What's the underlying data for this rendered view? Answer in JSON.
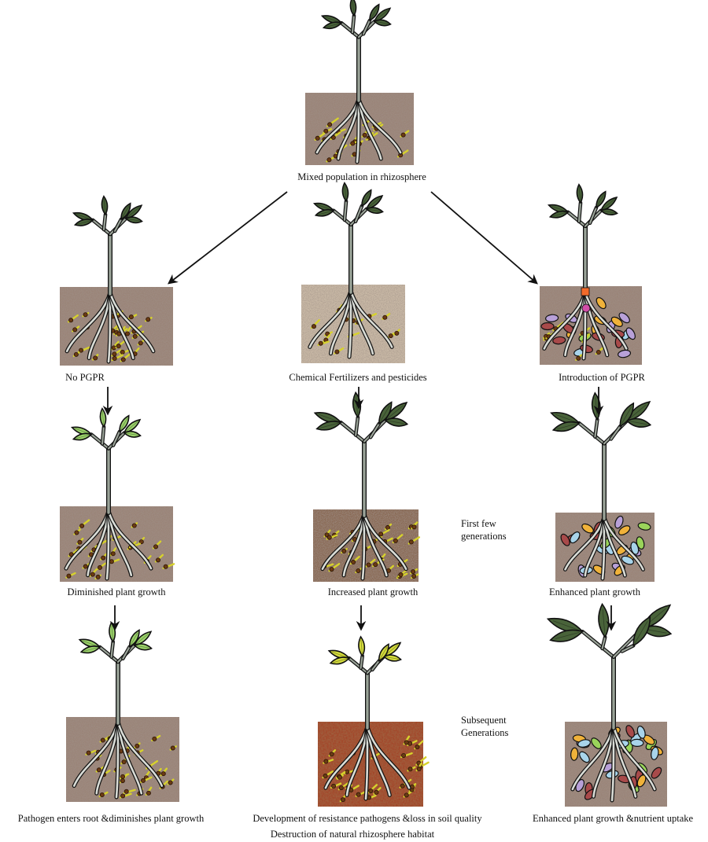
{
  "diagram": {
    "top": {
      "label": "Mixed population in rhizosphere"
    },
    "columns": [
      {
        "id": "no-pgpr",
        "label": "No PGPR",
        "stage1": "Diminished plant growth",
        "stage2": "Pathogen enters root &diminishes plant growth"
      },
      {
        "id": "chemical",
        "label": "Chemical Fertilizers and pesticides",
        "stage1": "Increased plant growth",
        "stage2": "Development of resistance pathogens &loss in soil quality",
        "stage2_line2": "Destruction of natural rhizosphere habitat"
      },
      {
        "id": "pgpr",
        "label": "Introduction of PGPR",
        "stage1": "Enhanced plant growth",
        "stage2": "Enhanced plant growth &nutrient uptake"
      }
    ],
    "side_labels": {
      "first_line1": "First few",
      "first_line2": "generations",
      "subsequent_line1": "Subsequent",
      "subsequent_line2": "Generations"
    }
  },
  "colors": {
    "soil": "#9a8478",
    "soil_light": "#c9b9a6",
    "soil_red": "#a2472a",
    "root": "#ffffff",
    "stem": "#9aa398",
    "leaf_dark": "#49633a",
    "leaf_light": "#9bd36a",
    "leaf_yellow": "#d4dc3c",
    "bacteria": [
      "#f0b23a",
      "#b8a0d8",
      "#a84a4a",
      "#a8d4ea",
      "#9ad45a"
    ]
  }
}
